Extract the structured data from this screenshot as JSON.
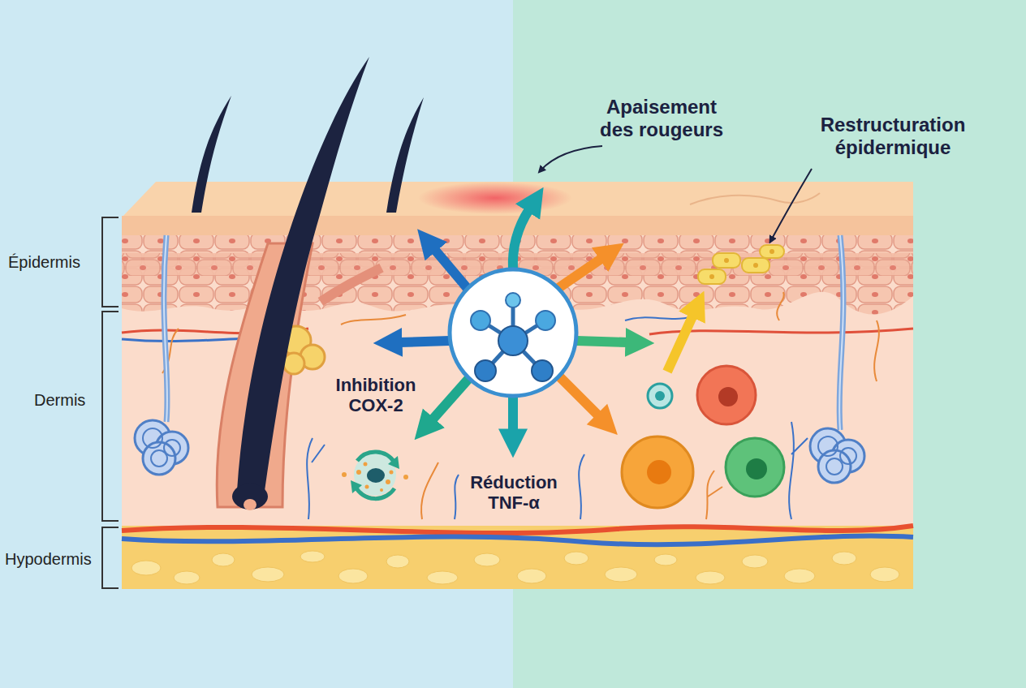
{
  "diagram": {
    "labels": [
      "Apaisement des rougeurs",
      "Restructuration épidermique",
      "Épidermis",
      "Dermis",
      "Hypodermis",
      "Inhibition COX-2",
      "Réduction TNF-α"
    ]
  }
}
